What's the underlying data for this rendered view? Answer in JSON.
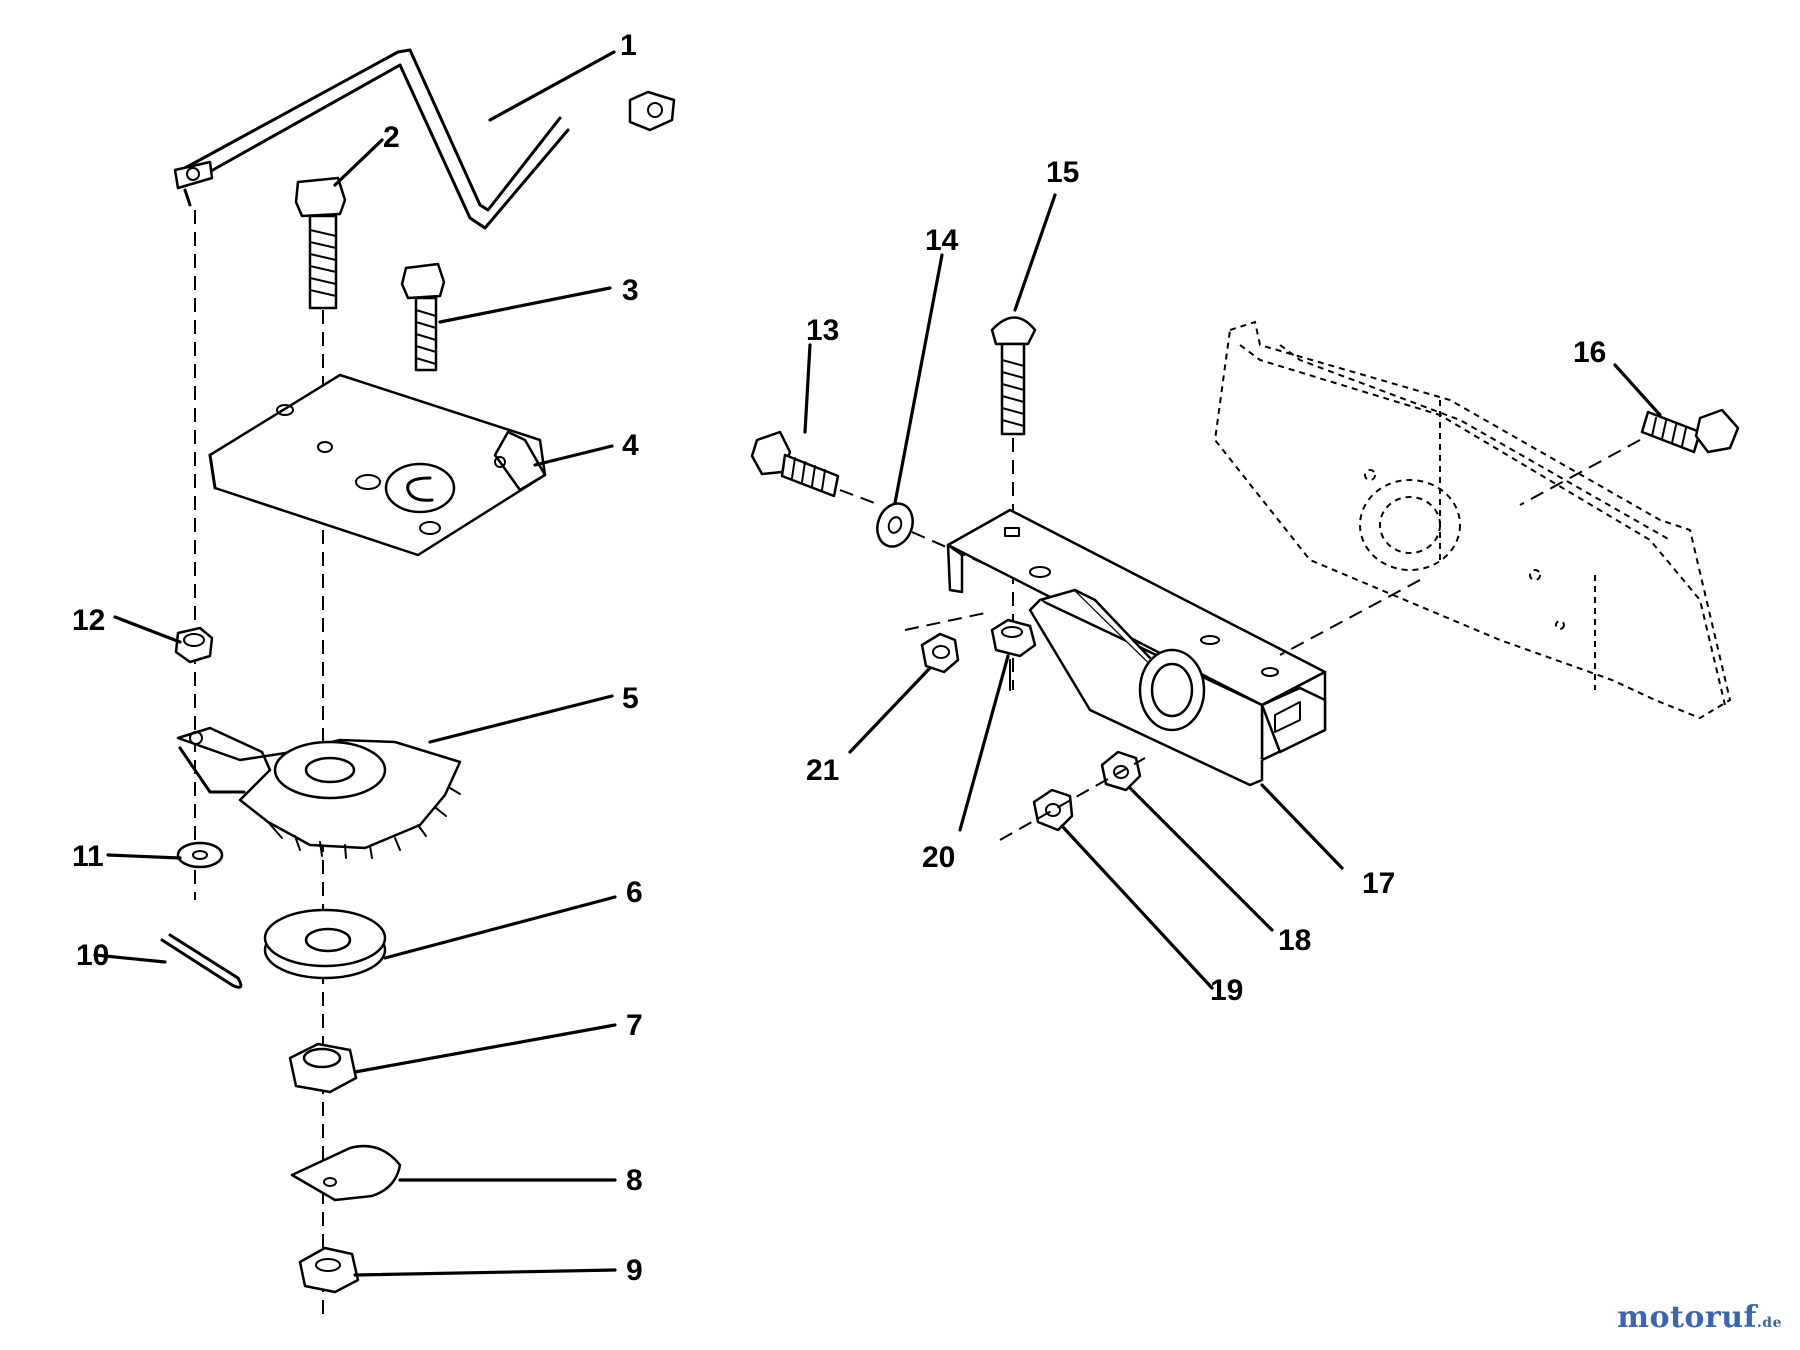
{
  "callouts": {
    "c1": "1",
    "c2": "2",
    "c3": "3",
    "c4": "4",
    "c5": "5",
    "c6": "6",
    "c7": "7",
    "c8": "8",
    "c9": "9",
    "c10": "10",
    "c11": "11",
    "c12": "12",
    "c13": "13",
    "c14": "14",
    "c15": "15",
    "c16": "16",
    "c17": "17",
    "c18": "18",
    "c19": "19",
    "c20": "20",
    "c21": "21"
  },
  "watermark": {
    "brand": "motoruf",
    "tld": ".de"
  },
  "colors": {
    "line": "#000000",
    "background": "#ffffff",
    "brand_blue": "#3a66b0",
    "brand_red": "#d9432a",
    "brand_green": "#3aa04a"
  }
}
